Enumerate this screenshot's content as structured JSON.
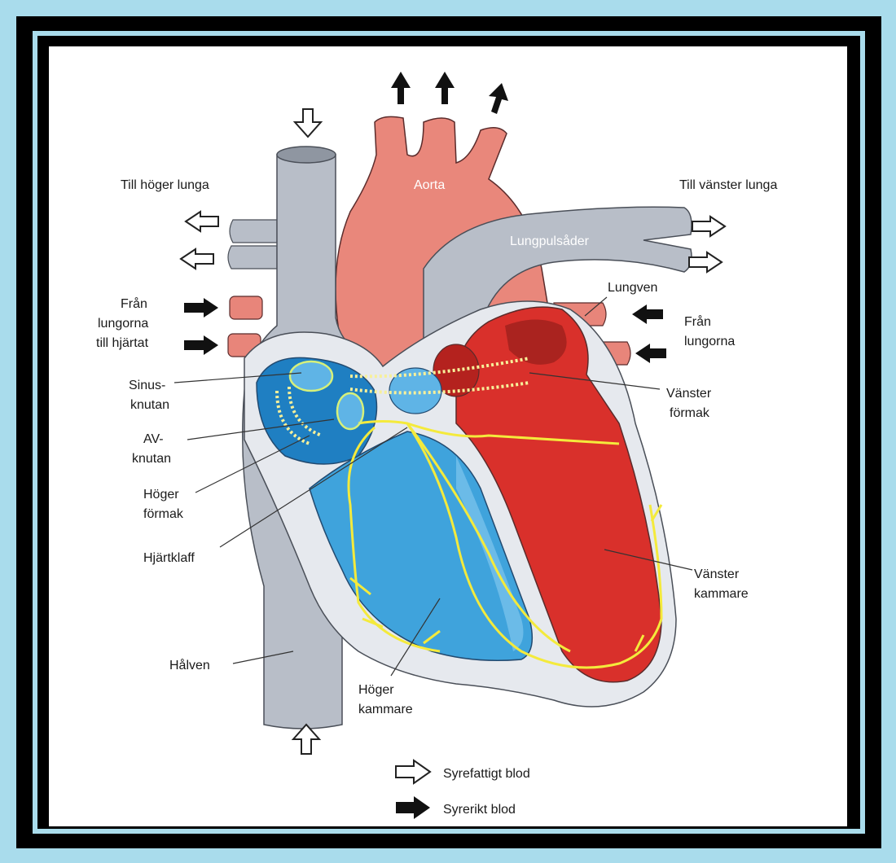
{
  "labels": {
    "till_hoger_lunga": "Till höger lunga",
    "aorta": "Aorta",
    "till_vanster_lunga": "Till vänster lunga",
    "lungpulsader": "Lungpulsåder",
    "lungven": "Lungven",
    "fran_lungorna_till_hjartat": [
      "Från",
      "lungorna",
      "till hjärtat"
    ],
    "fran_lungorna": [
      "Från",
      "lungorna"
    ],
    "sinusknutan": [
      "Sinus-",
      "knutan"
    ],
    "av_knutan": [
      "AV-",
      "knutan"
    ],
    "hoger_formak": [
      "Höger",
      "förmak"
    ],
    "hjartklaff": "Hjärtklaff",
    "halven": "Hålven",
    "vanster_formak": [
      "Vänster",
      "förmak"
    ],
    "vanster_kammare": [
      "Vänster",
      "kammare"
    ],
    "hoger_kammare": [
      "Höger",
      "kammare"
    ]
  },
  "legend": {
    "syrefattigt": "Syrefattigt blod",
    "syrerikt": "Syrerikt blod"
  },
  "colors": {
    "aorta": "#e9877b",
    "vein_gray": "#b8bec8",
    "right_heart_blue": "#3fa3dc",
    "left_heart_red": "#d9302b",
    "conduction_yellow": "#f4ea3c",
    "wall_light": "#e6e9ee"
  }
}
